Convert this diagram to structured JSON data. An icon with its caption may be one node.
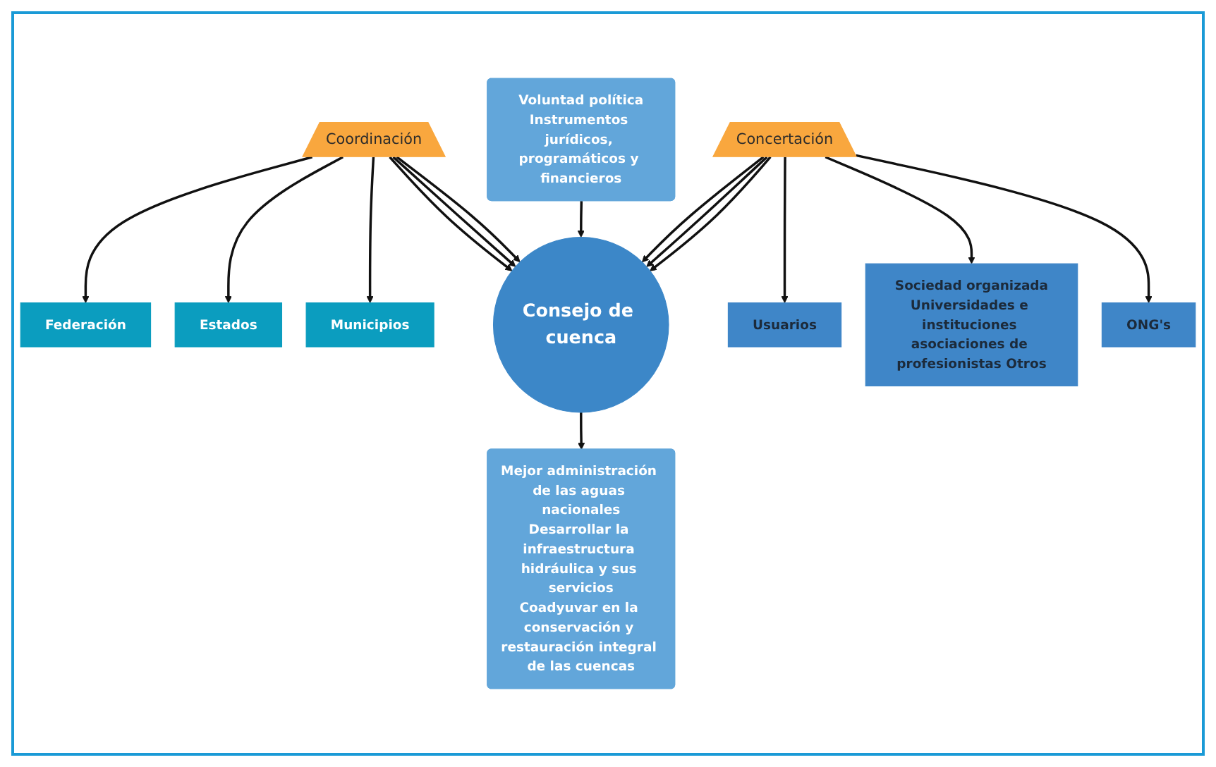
{
  "diagram": {
    "nodes": [
      {
        "text": [
          "Federación"
        ]
      },
      {
        "text": [
          "Estados"
        ]
      },
      {
        "text": [
          "Municipios"
        ]
      },
      {
        "text": [
          "Coordinación"
        ]
      },
      {
        "text": [
          "Voluntad política",
          "Instrumentos jurídicos, programáticos y financieros"
        ]
      },
      {
        "text": [
          "Consejo de cuenca"
        ]
      },
      {
        "text": [
          "Mejor administración de las aguas nacionales",
          "Desarrollar la infraestructura hidráulica y sus servicios",
          "Coadyuvar en la conservación y restauración integral de las cuencas"
        ]
      },
      {
        "text": [
          "Concertación"
        ]
      },
      {
        "text": [
          "Usuarios"
        ]
      },
      {
        "text": [
          "Sociedad organizada",
          "Universidades e instituciones asociaciones de profesionistas Otros"
        ]
      },
      {
        "text": [
          "ONG's"
        ]
      }
    ],
    "edges": [
      {
        "from": 3,
        "to": 0,
        "arrow": "to"
      },
      {
        "from": 3,
        "to": 1,
        "arrow": "to"
      },
      {
        "from": 3,
        "to": 2,
        "arrow": "to"
      },
      {
        "from": 3,
        "to": 5,
        "arrow": "to"
      },
      {
        "from": 3,
        "to": 5,
        "arrow": "to"
      },
      {
        "from": 3,
        "to": 5,
        "arrow": "to"
      },
      {
        "from": 4,
        "to": 5,
        "arrow": "to"
      },
      {
        "from": 5,
        "to": 6,
        "arrow": "to"
      },
      {
        "from": 7,
        "to": 5,
        "arrow": "to"
      },
      {
        "from": 7,
        "to": 5,
        "arrow": "to"
      },
      {
        "from": 7,
        "to": 5,
        "arrow": "to"
      },
      {
        "from": 7,
        "to": 8,
        "arrow": "to"
      },
      {
        "from": 7,
        "to": 9,
        "arrow": "to"
      },
      {
        "from": 7,
        "to": 10,
        "arrow": "to"
      }
    ]
  }
}
